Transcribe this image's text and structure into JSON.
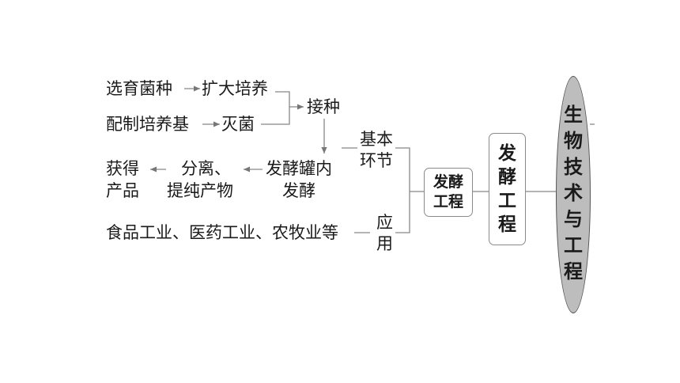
{
  "root": "生物技术与工程",
  "main_node": "发酵工程",
  "sub_node": "发酵工程",
  "branch_basic": "基本环节",
  "branch_app": "应用",
  "flow": {
    "step_select": "选育菌种",
    "step_expand": "扩大培养",
    "step_medium": "配制培养基",
    "step_sterilize": "灭菌",
    "step_inoculate": "接种",
    "step_ferment_line1": "发酵罐内",
    "step_ferment_line2": "发酵",
    "step_separate_line1": "分离、",
    "step_separate_line2": "提纯产物",
    "step_product_line1": "获得",
    "step_product_line2": "产品"
  },
  "applications": "食品工业、医药工业、农牧业等"
}
